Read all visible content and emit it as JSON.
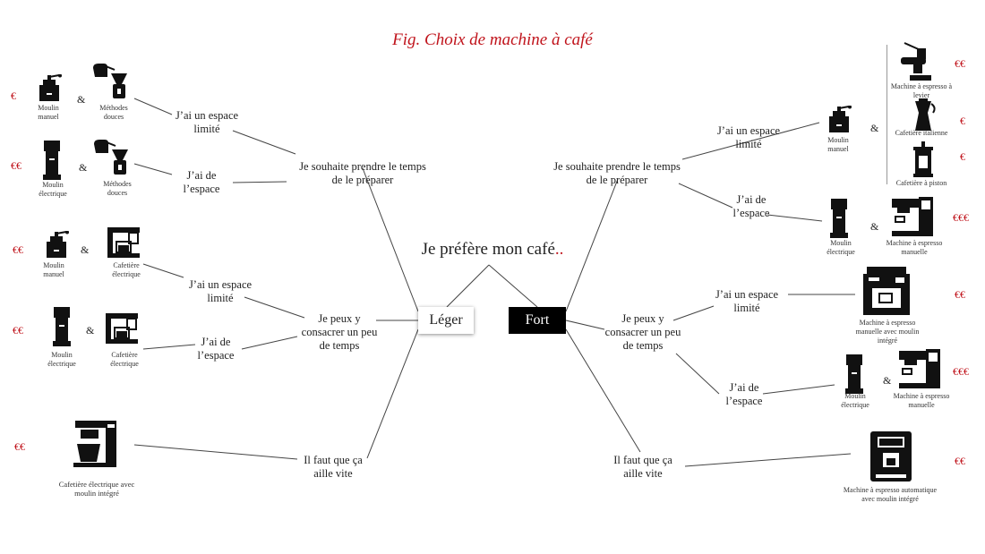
{
  "title": "Fig. Choix de machine à café",
  "root": {
    "text": "Je préfère mon café",
    "dots": ".."
  },
  "branches": {
    "light": "Léger",
    "strong": "Fort"
  },
  "prefs": {
    "prepare": "Je souhaite prendre le temps de le préparer",
    "some_time": "Je peux y consacrer un peu de temps",
    "fast": "Il faut que ça aille vite"
  },
  "space": {
    "limited": "J’ai un espace limité",
    "some": "J’ai de l’espace"
  },
  "amp": "&",
  "captions": {
    "moulin_manuel": "Moulin manuel",
    "moulin_electrique": "Moulin électrique",
    "methodes_douces": "Méthodes douces",
    "cafetiere_electrique": "Cafetière électrique",
    "cafetiere_electrique_integre": "Cafetière électrique avec moulin intégré",
    "machine_levier": "Machine à espresso à levier",
    "cafetiere_italienne": "Cafetière italienne",
    "cafetiere_piston": "Cafetière à piston",
    "machine_manuelle": "Machine à espresso manuelle",
    "machine_manuelle_moulin": "Machine à espresso manuelle avec moulin intégré",
    "machine_auto": "Machine à espresso automatique avec moulin intégré"
  },
  "prices": {
    "one": "€",
    "two": "€€",
    "three": "€€€"
  },
  "colors": {
    "accent": "#c0141c",
    "text": "#222222",
    "icon": "#111111"
  }
}
